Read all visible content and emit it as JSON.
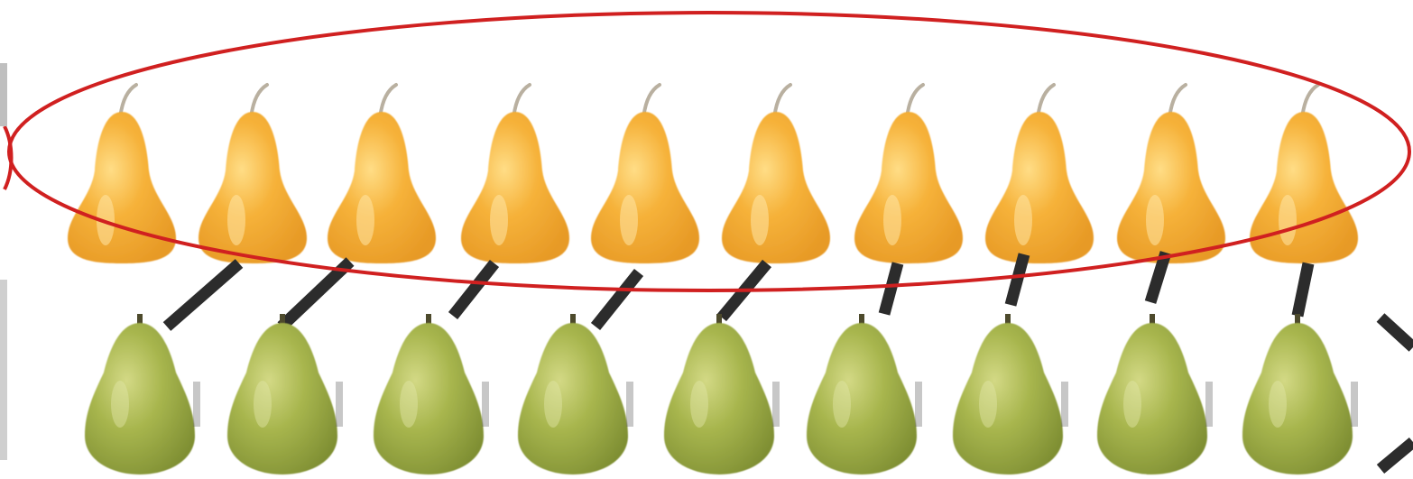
{
  "scene": {
    "background": "#ffffff",
    "yellow_pear_color": "#f6b23a",
    "green_pear_color": "#9fb24a",
    "connector_color": "#2c2c2c",
    "highlight_color": "#d02020",
    "yellow_pear_count": 10,
    "green_pear_count": 9,
    "matched_pairs": 9
  }
}
